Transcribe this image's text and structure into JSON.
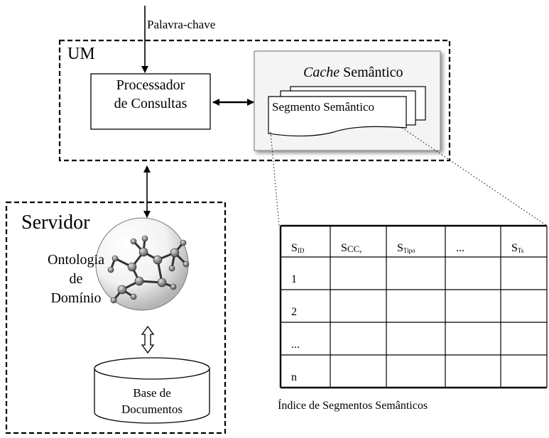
{
  "input_label": "Palavra-chave",
  "um": {
    "label": "UM",
    "processor": {
      "line1": "Processador",
      "line2": "de Consultas"
    },
    "cache": {
      "title_italic": "Cache",
      "title_rest": " Semântico",
      "segment_label": "Segmento Semântico"
    }
  },
  "servidor": {
    "label": "Servidor",
    "ontology": {
      "line1": "Ontologia",
      "line2": "de",
      "line3": "Domínio"
    },
    "database": {
      "line1": "Base de",
      "line2": "Documentos"
    }
  },
  "index_table": {
    "headers": [
      {
        "main": "S",
        "sub": "ID"
      },
      {
        "main": "S",
        "sub": "CC,",
        "sub_plain": true
      },
      {
        "main": "S",
        "sub": "Tipo"
      },
      {
        "main": "...",
        "sub": ""
      },
      {
        "main": "S",
        "sub": "Ts"
      }
    ],
    "rows": [
      "1",
      "2",
      "...",
      "n"
    ],
    "caption": "Índice de Segmentos Semânticos"
  }
}
